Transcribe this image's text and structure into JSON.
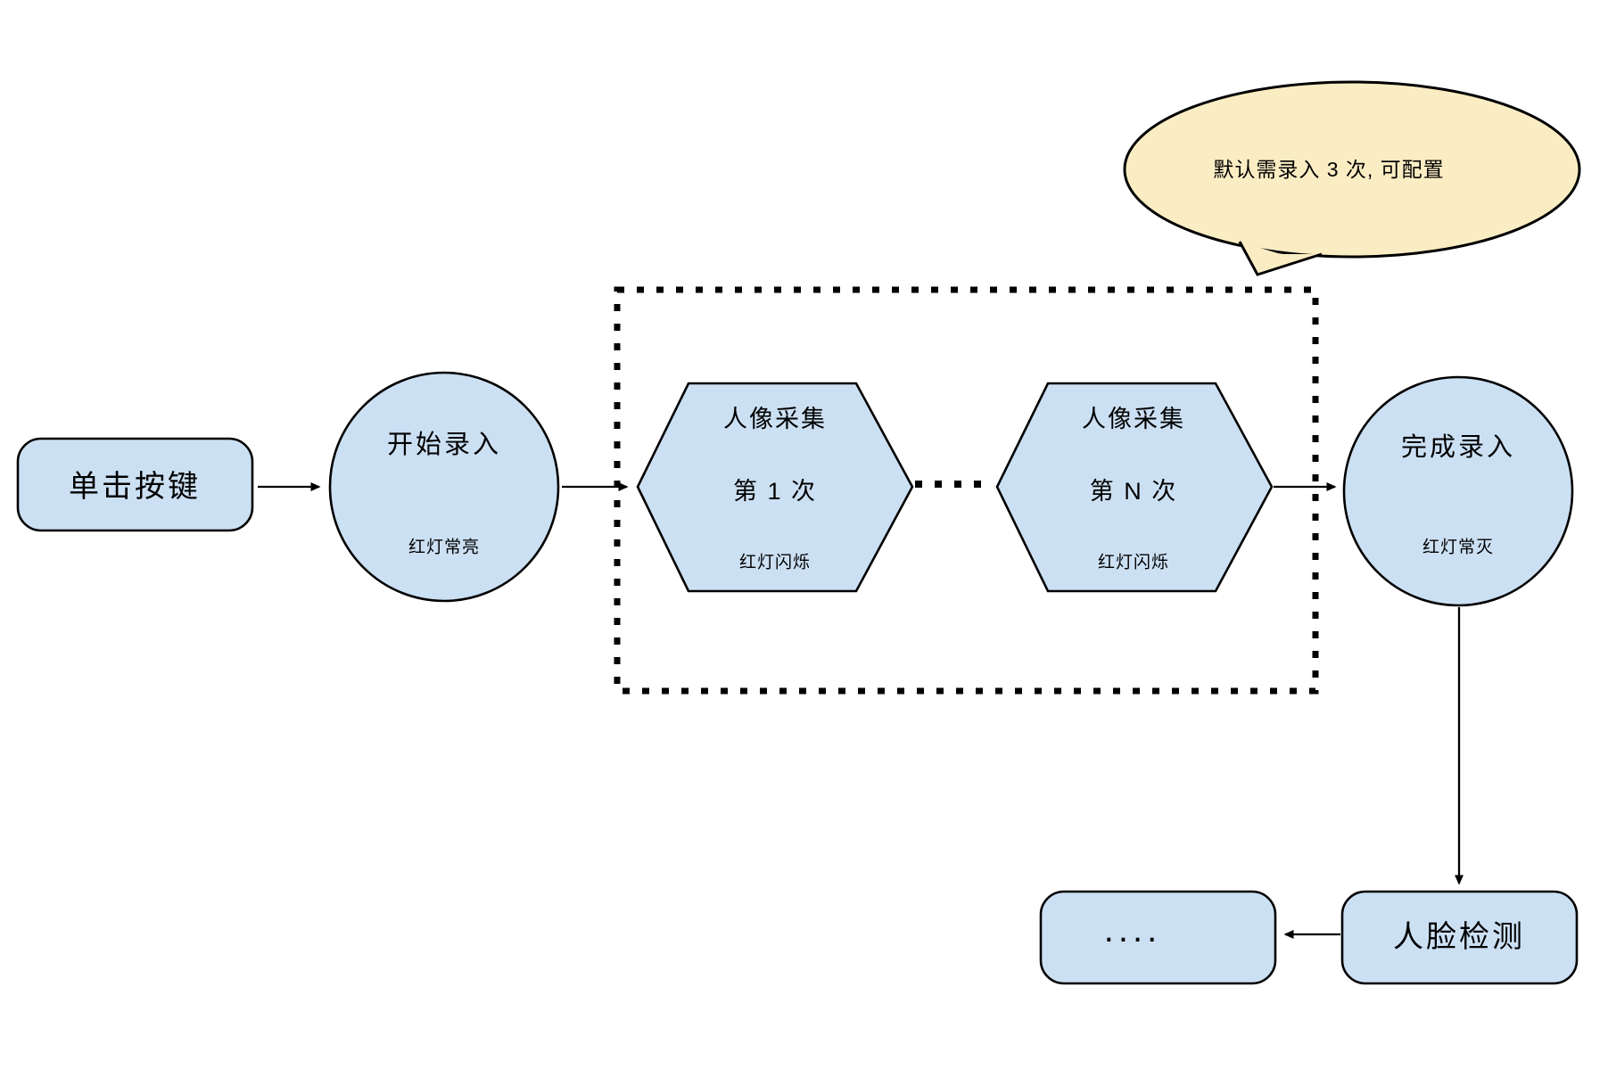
{
  "bubble": {
    "text": "默认需录入 3 次, 可配置"
  },
  "nodes": {
    "click_button": {
      "label": "单击按键"
    },
    "start_record": {
      "label": "开始录入",
      "sublabel": "红灯常亮"
    },
    "capture_first": {
      "title": "人像采集",
      "subtitle": "第 1 次",
      "sublabel": "红灯闪烁"
    },
    "capture_nth": {
      "title": "人像采集",
      "subtitle": "第 N 次",
      "sublabel": "红灯闪烁"
    },
    "finish_record": {
      "label": "完成录入",
      "sublabel": "红灯常灭"
    },
    "face_detect": {
      "label": "人脸检测"
    },
    "more_steps": {
      "label": "...."
    }
  },
  "colors": {
    "node_fill": "#CCE0F3",
    "bubble_fill": "#FBEDC3",
    "stroke": "#000000",
    "background": "#FFFFFF"
  }
}
